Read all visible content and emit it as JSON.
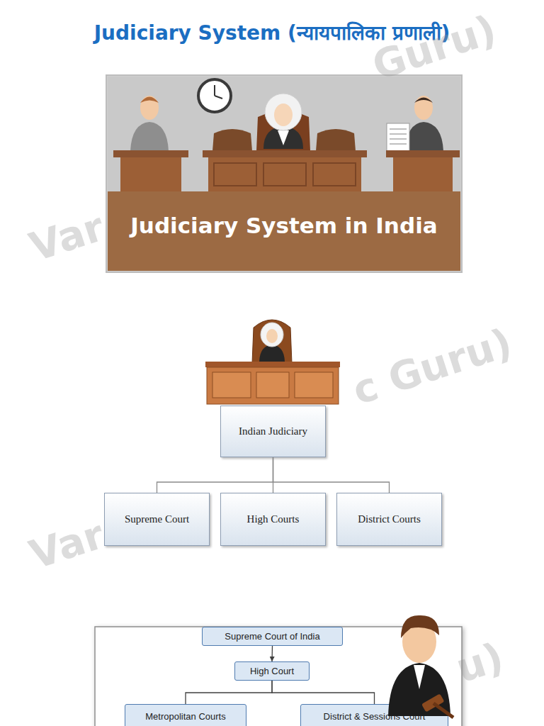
{
  "diagram": {
    "title": "Judiciary System (न्यायपालिका प्रणाली)",
    "nodes": [
      {
        "text": [
          "Judiciary System in India"
        ]
      },
      {
        "text": [
          "Indian Judiciary"
        ]
      },
      {
        "text": [
          "Supreme Court"
        ]
      },
      {
        "text": [
          "High Courts"
        ]
      },
      {
        "text": [
          "District Courts"
        ]
      },
      {
        "text": [
          "Supreme Court of India"
        ]
      },
      {
        "text": [
          "High Court"
        ]
      },
      {
        "text": [
          "Metropolitan Courts"
        ]
      },
      {
        "text": [
          "District & Sessions Court"
        ]
      }
    ],
    "edges": [
      {
        "from": 1,
        "to": 2,
        "arrow": "none"
      },
      {
        "from": 1,
        "to": 3,
        "arrow": "none"
      },
      {
        "from": 1,
        "to": 4,
        "arrow": "none"
      },
      {
        "from": 5,
        "to": 6,
        "arrow": "to"
      },
      {
        "from": 6,
        "to": 7,
        "arrow": "none"
      },
      {
        "from": 6,
        "to": 8,
        "arrow": "none"
      }
    ],
    "labels": [
      "Guru)",
      "Var",
      "c Guru)",
      "Var",
      "u)"
    ]
  }
}
